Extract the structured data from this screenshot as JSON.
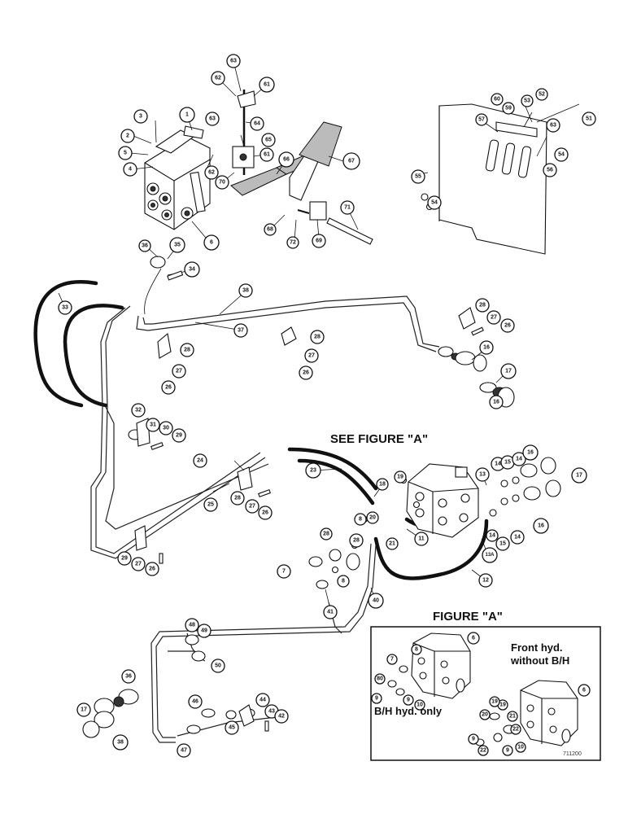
{
  "labels": {
    "see_figure": "SEE FIGURE \"A\"",
    "figure_title": "FIGURE \"A\"",
    "front_line1": "Front hyd.",
    "front_line2": "without B/H",
    "bh_only": "B/H hyd. only",
    "drawing_number": "711200"
  },
  "callouts": [
    "1",
    "2",
    "3",
    "4",
    "5",
    "6",
    "52",
    "53",
    "61",
    "62",
    "63",
    "64",
    "65",
    "66",
    "67",
    "68",
    "69",
    "70",
    "71",
    "72",
    "54",
    "55",
    "56",
    "57",
    "58",
    "59",
    "60",
    "51",
    "34",
    "35",
    "36",
    "33",
    "38",
    "37",
    "28",
    "27",
    "26",
    "16",
    "17",
    "32",
    "31",
    "30",
    "29",
    "24",
    "25",
    "23",
    "19",
    "18",
    "14",
    "15",
    "13",
    "8",
    "20",
    "21",
    "11",
    "12",
    "7",
    "9",
    "10",
    "13A",
    "41",
    "40",
    "48",
    "49",
    "50",
    "36b",
    "17b",
    "38b",
    "46",
    "47",
    "45",
    "44",
    "43",
    "42",
    "6a",
    "7a",
    "8a",
    "9a",
    "10a",
    "6b",
    "19a",
    "20a",
    "21a",
    "22a",
    "9b",
    "10b",
    "22b",
    "16b",
    "16c"
  ],
  "callout_text": {
    "c1": "1",
    "c2": "2",
    "c3": "3",
    "c4": "4",
    "c5": "5",
    "c6": "6",
    "c61": "61",
    "c62": "62",
    "c63": "63",
    "c63b": "63",
    "c64": "64",
    "c65": "65",
    "c61b": "61",
    "c62b": "62",
    "c66": "66",
    "c67": "67",
    "c70": "70",
    "c68": "68",
    "c72": "72",
    "c69": "69",
    "c71": "71",
    "c60": "60",
    "c59": "59",
    "c57": "57",
    "c53": "53",
    "c52": "52",
    "c51": "51",
    "c63c": "63",
    "c54": "54",
    "c55": "55",
    "c54b": "54",
    "c56": "56",
    "c36": "36",
    "c35": "35",
    "c34": "34",
    "c33": "33",
    "c38": "38",
    "c37": "37",
    "c28a": "28",
    "c27a": "27",
    "c26a": "26",
    "c28b": "28",
    "c27b": "27",
    "c26b": "26",
    "c28c": "28",
    "c27c": "27",
    "c26c": "26",
    "c16a": "16",
    "c17a": "17",
    "c16b": "16",
    "c32": "32",
    "c31": "31",
    "c30": "30",
    "c29": "29",
    "c24": "24",
    "c25": "25",
    "c28d": "28",
    "c27d": "27",
    "c26d": "26",
    "c29b": "29",
    "c27e": "27",
    "c26e": "26",
    "c23": "23",
    "c19": "19",
    "c18": "18",
    "c13": "13",
    "c14a": "14",
    "c15a": "15",
    "c14b": "14",
    "c16d": "16",
    "c17b": "17",
    "c8a": "8",
    "c20": "20",
    "c28e": "28",
    "c21": "21",
    "c11": "11",
    "c14c": "14",
    "c15b": "15",
    "c14d": "14",
    "c16e": "16",
    "c13a": "13A",
    "c28f": "28",
    "c7": "7",
    "c8b": "8",
    "c12": "12",
    "c41": "41",
    "c40": "40",
    "c48": "48",
    "c49": "49",
    "c50": "50",
    "c36b": "36",
    "c17c": "17",
    "c38b": "38",
    "c46": "46",
    "c47": "47",
    "c45": "45",
    "c44": "44",
    "c43": "43",
    "c42": "42",
    "f6": "6",
    "f8": "8",
    "f7": "7",
    "f80": "80",
    "f9": "9",
    "f10": "10",
    "f9b": "9",
    "f6b": "6",
    "f19": "19",
    "f20": "20",
    "f21": "21",
    "f9c": "9",
    "f10b": "10",
    "f22": "22",
    "f9d": "9",
    "f19b": "19",
    "f22b": "22"
  }
}
